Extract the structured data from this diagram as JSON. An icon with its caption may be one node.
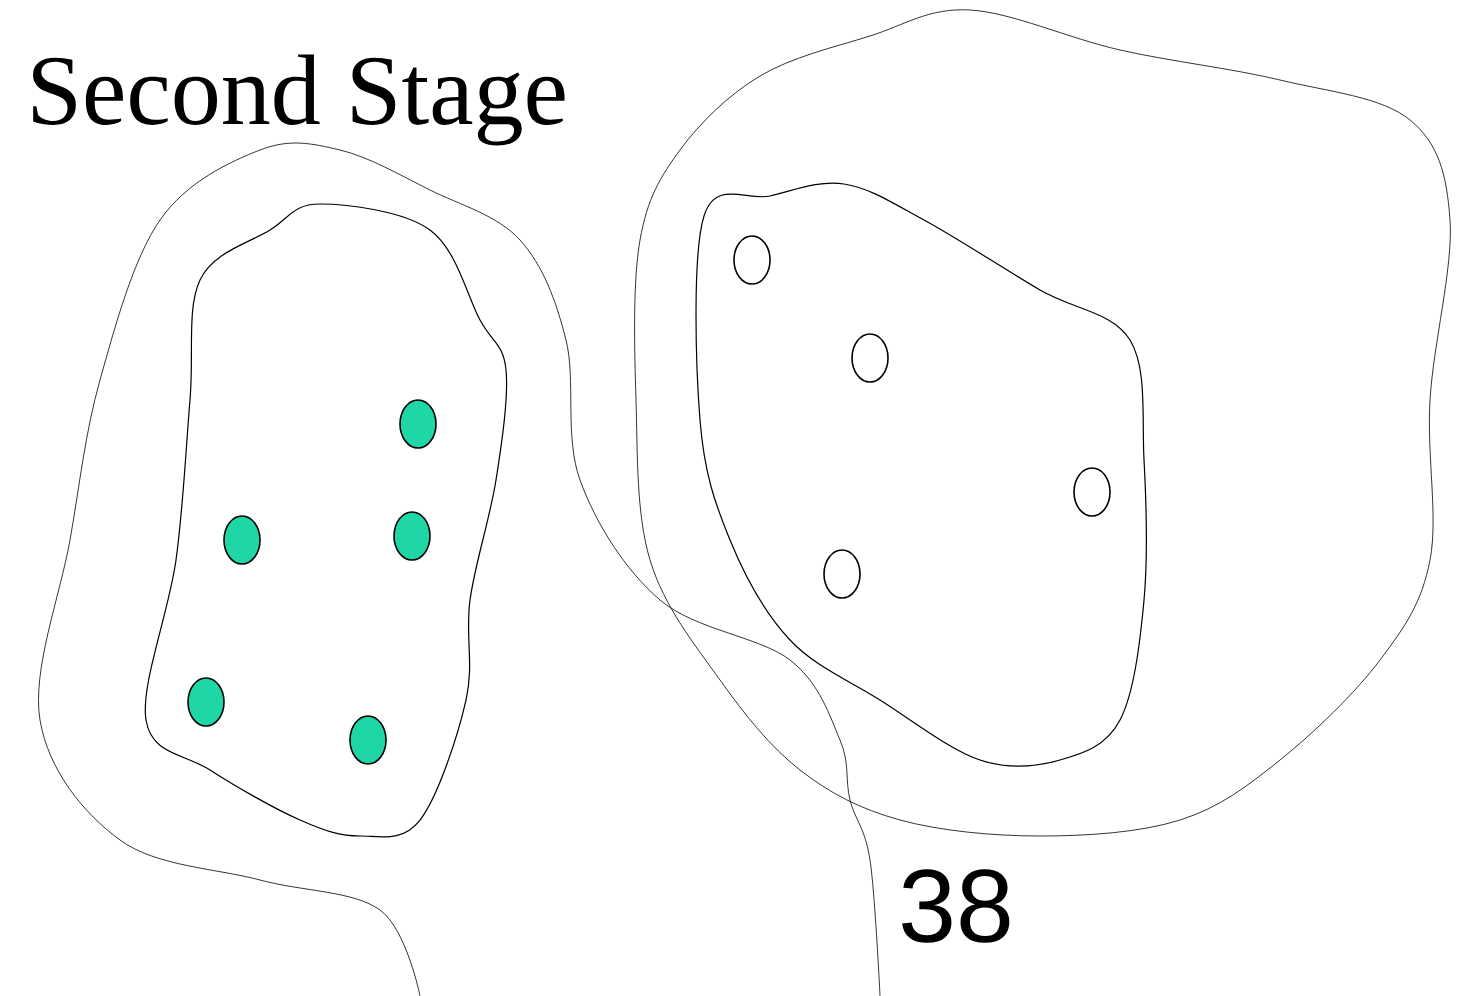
{
  "diagram": {
    "title": "Second Stage",
    "nodes": [
      {
        "text": [],
        "shape": "blob"
      },
      {
        "text": [],
        "shape": "blob",
        "in": 0
      },
      {
        "text": [],
        "shape": "dot",
        "in": 1
      },
      {
        "text": [],
        "shape": "dot",
        "in": 1
      },
      {
        "text": [],
        "shape": "dot",
        "in": 1
      },
      {
        "text": [],
        "shape": "dot",
        "in": 1
      },
      {
        "text": [],
        "shape": "dot",
        "in": 1
      },
      {
        "text": [],
        "shape": "blob"
      },
      {
        "text": [],
        "shape": "blob",
        "in": 7
      },
      {
        "text": [],
        "shape": "circle"
      },
      {
        "text": [],
        "shape": "circle",
        "in": 8
      },
      {
        "text": [],
        "shape": "circle",
        "in": 8
      },
      {
        "text": [],
        "shape": "circle"
      }
    ],
    "labels": [
      "38"
    ]
  }
}
